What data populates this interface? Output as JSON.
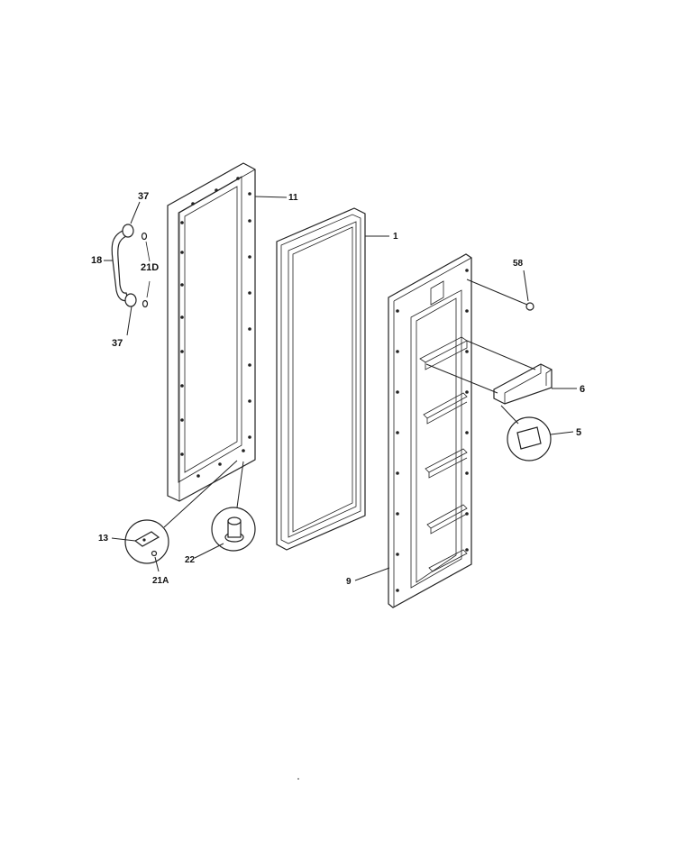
{
  "corner_code": "",
  "callouts": {
    "c37a": "37",
    "c11": "11",
    "c1": "1",
    "c18": "18",
    "c21d": "21D",
    "c37b": "37",
    "c58": "58",
    "c6": "6",
    "c5": "5",
    "c13": "13",
    "c21a": "21A",
    "c22": "22",
    "c9": "9"
  }
}
